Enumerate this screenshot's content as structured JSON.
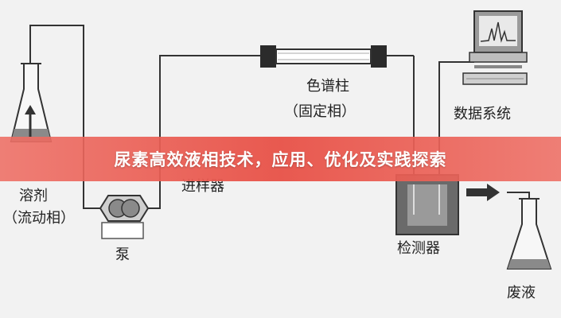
{
  "banner": {
    "title": "尿素高效液相技术，应用、优化及实践探索",
    "color": "#e8564b"
  },
  "diagram": {
    "labels": {
      "solvent": "溶剂",
      "mobile_phase": "（流动相）",
      "pump": "泵",
      "injector": "进样器",
      "column": "色谱柱",
      "stationary_phase": "（固定相）",
      "detector": "检测器",
      "data_system": "数据系统",
      "waste": "废液"
    },
    "icons": [
      "solvent-flask-icon",
      "pump-icon",
      "column-icon",
      "detector-icon",
      "computer-icon",
      "waste-flask-icon",
      "flow-arrow-icon"
    ],
    "line_color": "#333333"
  }
}
